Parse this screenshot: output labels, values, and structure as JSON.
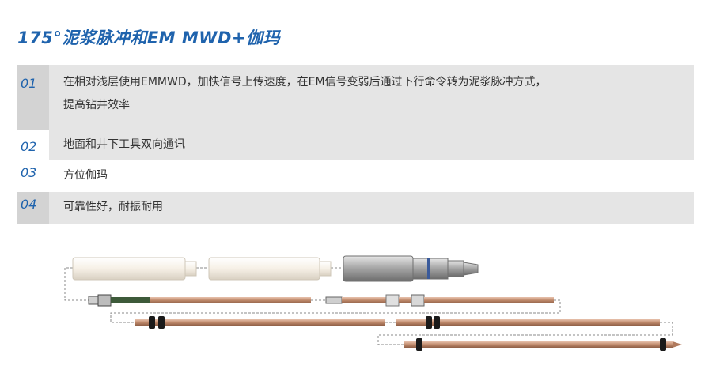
{
  "title": "175°泥浆脉冲和EM MWD+伽玛",
  "features": [
    {
      "num": "01",
      "line1": "在相对浅层使用EMMWD，加快信号上传速度，在EM信号变弱后通过下行命令转为泥浆脉冲方式，",
      "line2": "提高钻井效率"
    },
    {
      "num": "02",
      "line1": "地面和井下工具双向通讯"
    },
    {
      "num": "03",
      "line1": "方位伽玛"
    },
    {
      "num": "04",
      "line1": "可靠性好，耐振耐用"
    }
  ],
  "colors": {
    "accent": "#1f63ad",
    "row_dark": "#d3d3d3",
    "row_light": "#e5e5e5",
    "rod": "#c08a6c"
  }
}
